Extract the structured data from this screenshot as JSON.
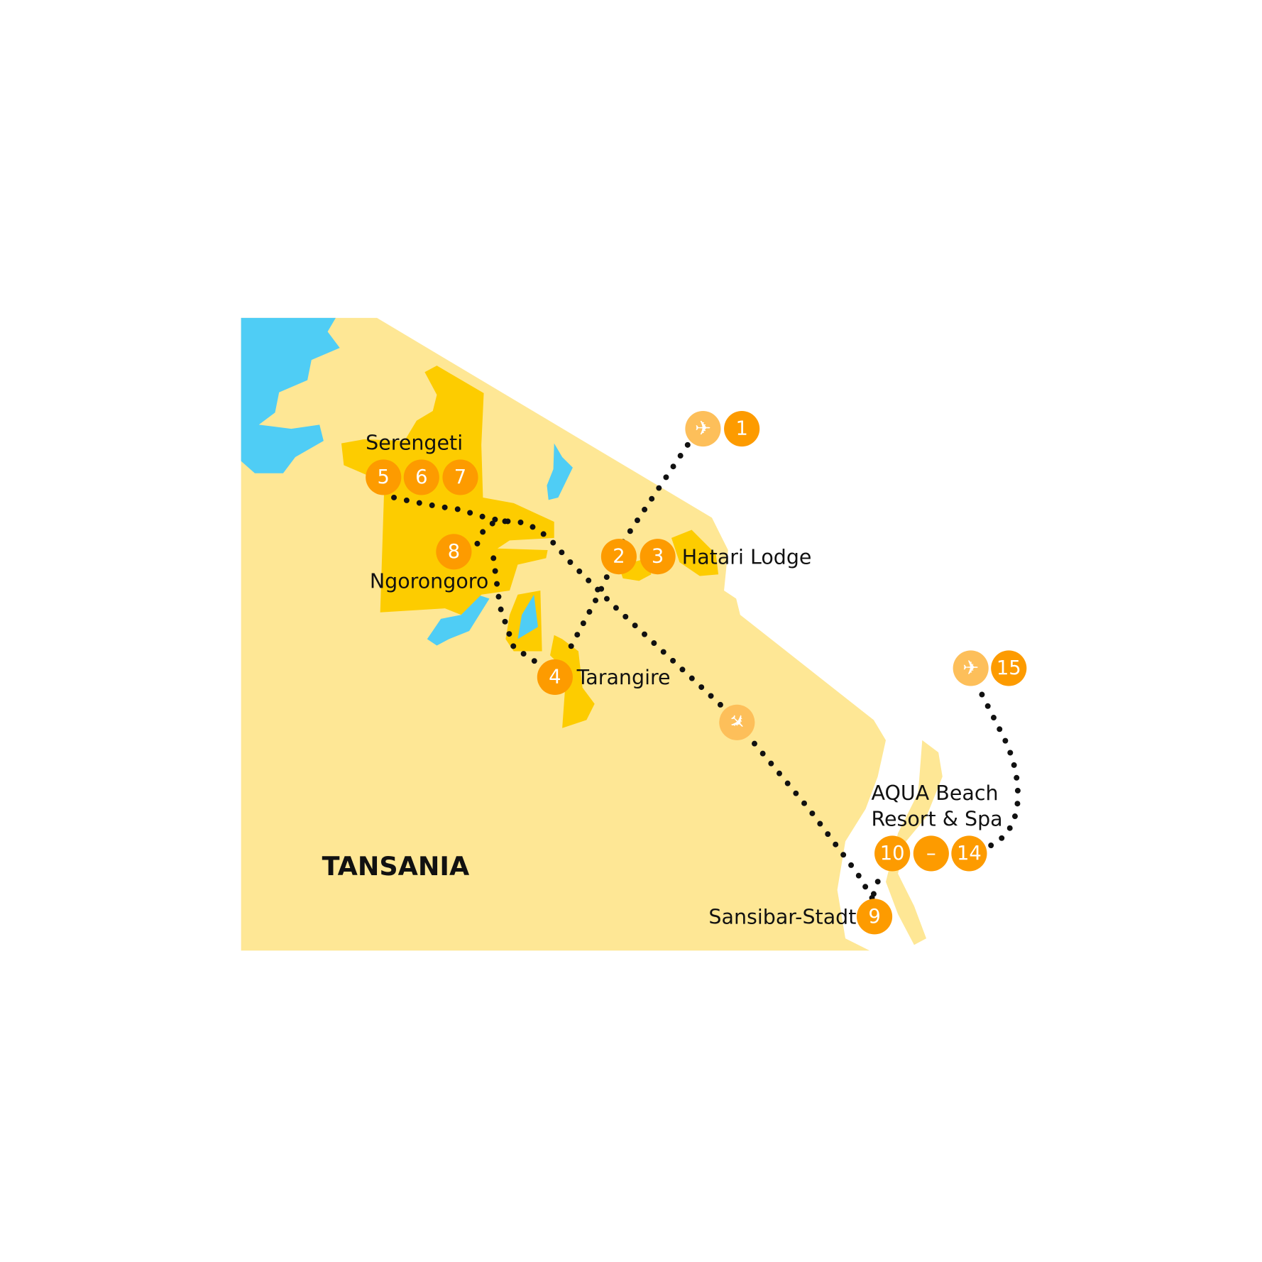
{
  "country_label": "TANSANIA",
  "colors": {
    "land": "#fee795",
    "park": "#fdcc00",
    "water": "#4fcdf5",
    "stop": "#fd9b00",
    "flight": "#fdbf5a",
    "route": "#111111"
  },
  "places": {
    "serengeti": "Serengeti",
    "ngorongoro": "Ngorongoro",
    "hatari": "Hatari Lodge",
    "tarangire": "Tarangire",
    "sansibar": "Sansibar-Stadt",
    "aqua_line1": "AQUA Beach",
    "aqua_line2": "Resort & Spa"
  },
  "stops": {
    "s1": "1",
    "s2": "2",
    "s3": "3",
    "s4": "4",
    "s5": "5",
    "s6": "6",
    "s7": "7",
    "s8": "8",
    "s9": "9",
    "s10": "10",
    "dash": "–",
    "s14": "14",
    "s15": "15"
  },
  "icons": {
    "arrival": "plane-icon",
    "domestic": "plane-icon",
    "departure": "plane-icon"
  }
}
